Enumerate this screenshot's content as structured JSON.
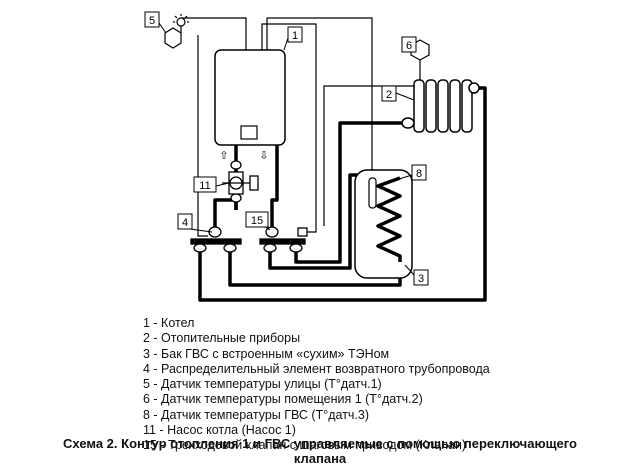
{
  "diagram": {
    "callouts": {
      "c1": "1",
      "c2": "2",
      "c3": "3",
      "c4": "4",
      "c5": "5",
      "c6": "6",
      "c8": "8",
      "c11": "11",
      "c15": "15"
    },
    "arrows": {
      "up": "⇧",
      "down": "⇩"
    },
    "colors": {
      "line": "#000000",
      "background": "#ffffff"
    }
  },
  "legend": [
    "1 - Котел",
    "2 - Отопительные приборы",
    "3 - Бак ГВС с встроенным «сухим» ТЭНом",
    "4 - Распределительный элемент возвратного трубопровода",
    "5 - Датчик температуры улицы (Т°датч.1)",
    "6 - Датчик температуры помещения 1 (Т°датч.2)",
    "8 - Датчик температуры ГВС (Т°датч.3)",
    "11 - Насос котла (Насос 1)",
    "15 - Трехходовой клапан с шаговым приводом (Клапан)"
  ],
  "caption": {
    "line1": "Схема 2. Контур отопления 1 и ГВС управляемые с помощью переключающего",
    "line2": "клапана"
  }
}
